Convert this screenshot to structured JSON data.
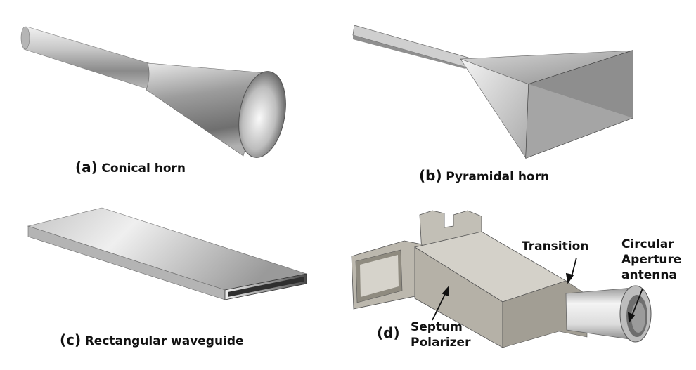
{
  "panels": {
    "a": {
      "tag": "(a)",
      "label": "Conical horn"
    },
    "b": {
      "tag": "(b)",
      "label": "Pyramidal horn"
    },
    "c": {
      "tag": "(c)",
      "label": "Rectangular waveguide"
    },
    "d": {
      "tag": "(d)",
      "annotations": {
        "transition": "Transition",
        "aperture": [
          "Circular",
          "Aperture",
          "antenna"
        ],
        "septum": [
          "Septum",
          "Polarizer"
        ]
      }
    }
  }
}
